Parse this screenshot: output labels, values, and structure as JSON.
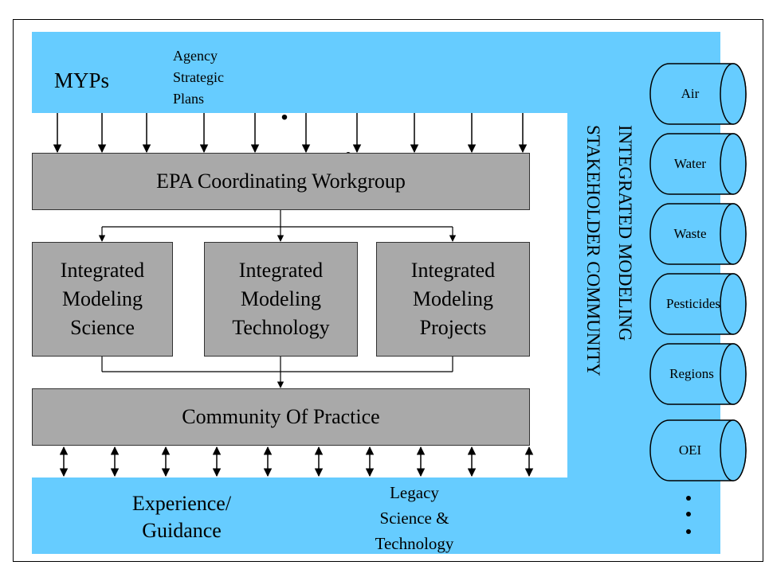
{
  "top": {
    "myps": "MYPs",
    "agency_plans": "Agency\nStrategic\nPlans",
    "dots": "·    ·    ·"
  },
  "workgroup": "EPA Coordinating Workgroup",
  "boxes": [
    "Integrated\nModeling\nScience",
    "Integrated\nModeling\nTechnology",
    "Integrated\nModeling\nProjects"
  ],
  "community": "Community Of Practice",
  "bottom": {
    "experience": "Experience/\nGuidance",
    "legacy": "Legacy\nScience &\nTechnology"
  },
  "side_title": {
    "line1": "INTEGRATED MODELING",
    "line2": "STAKEHOLDER COMMUNITY"
  },
  "cylinders": [
    "Air",
    "Water",
    "Waste",
    "Pesticides",
    "Regions",
    "OEI"
  ],
  "colors": {
    "band": "#66ccff",
    "box": "#a9a9a9"
  }
}
